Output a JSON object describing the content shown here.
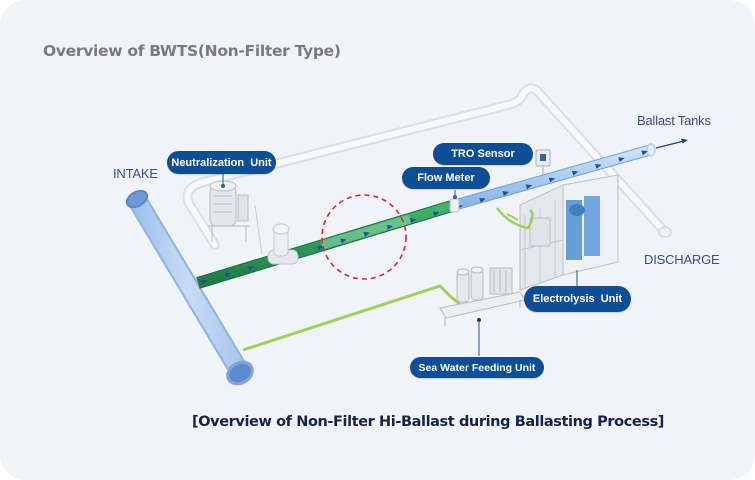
{
  "header": {
    "title": "Overview of BWTS(Non-Filter Type)"
  },
  "caption": "[Overview of Non-Filter Hi-Ballast during Ballasting Process]",
  "labels": {
    "intake": "INTAKE",
    "ballast_tanks": "Ballast Tanks",
    "discharge": "DISCHARGE"
  },
  "components": {
    "neutralization_unit": "Neutralization  Unit",
    "tro_sensor": "TRO Sensor",
    "flow_meter": "Flow Meter",
    "electrolysis_unit": "Electrolysis  Unit",
    "sea_water_feeding_unit": "Sea Water Feeding Unit"
  },
  "colors": {
    "background": "#f0f3f8",
    "label_pill": "#0d4e96",
    "main_pipe_green": "#2f9e5a",
    "treated_pipe_blue": "#a9cdef",
    "feed_line": "#9fd05a",
    "highlight_circle": "#e0262a",
    "intake_pipe": "#b8d2f0"
  }
}
